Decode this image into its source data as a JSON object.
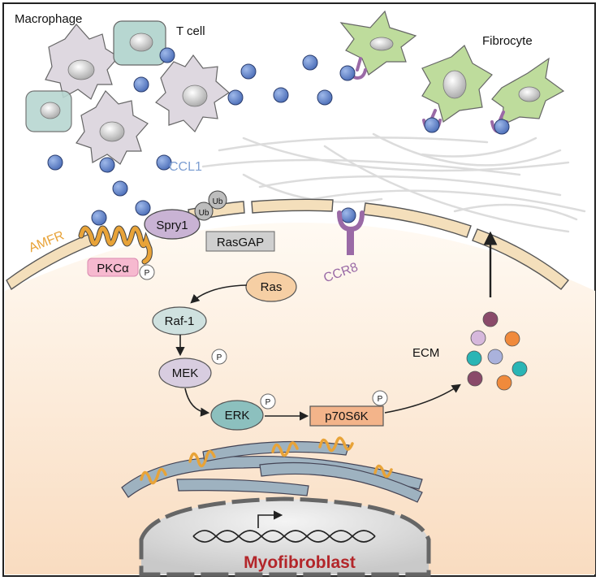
{
  "cells": {
    "macrophage": "Macrophage",
    "t_cell": "T cell",
    "fibrocyte": "Fibrocyte",
    "myofibroblast": "Myofibroblast"
  },
  "molecules": {
    "ccl1": "CCL1",
    "amfr": "AMFR",
    "spry1": "Spry1",
    "ub": "Ub",
    "rasgap": "RasGAP",
    "pkc": "PKCα",
    "ccr8": "CCR8",
    "ras": "Ras",
    "raf1": "Raf-1",
    "mek": "MEK",
    "erk": "ERK",
    "p70s6k": "p70S6K",
    "ecm": "ECM",
    "phospho": "P"
  },
  "colors": {
    "ccl1_dot": "#5b7ec4",
    "macrophage": "#ded8e0",
    "t_cell": "#b7d7d1",
    "fibrocyte": "#bedc9c",
    "membrane": "#f4dfbb",
    "amfr": "#e8a338",
    "ccr8": "#9a6aa6",
    "er": "#9eb2c0",
    "title": "#b3262a"
  }
}
